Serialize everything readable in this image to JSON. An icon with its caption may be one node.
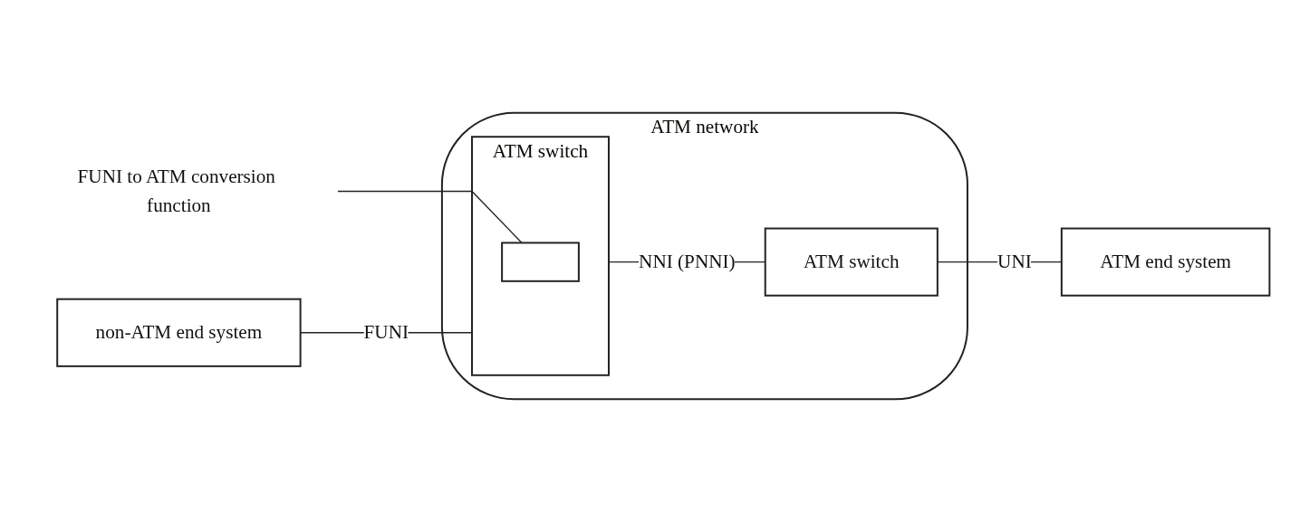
{
  "diagram": {
    "nodes": [
      {
        "text": [
          "non-ATM end system"
        ]
      },
      {
        "text": [
          "ATM network"
        ]
      },
      {
        "text": [
          "ATM switch"
        ],
        "in": 1
      },
      {
        "text": [],
        "shape": "box",
        "in": 2
      },
      {
        "text": [
          "ATM switch"
        ],
        "in": 1
      },
      {
        "text": [
          "ATM end system"
        ]
      },
      {
        "text": [
          "FUNI to ATM conversion function"
        ]
      }
    ],
    "edges": [
      {
        "from": 0,
        "to": 2,
        "arrow": "none",
        "label": "FUNI"
      },
      {
        "from": 2,
        "to": 4,
        "arrow": "none",
        "label": "NNI (PNNI)"
      },
      {
        "from": 4,
        "to": 5,
        "arrow": "none",
        "label": "UNI"
      },
      {
        "from": 6,
        "to": 3,
        "arrow": "none"
      }
    ]
  }
}
